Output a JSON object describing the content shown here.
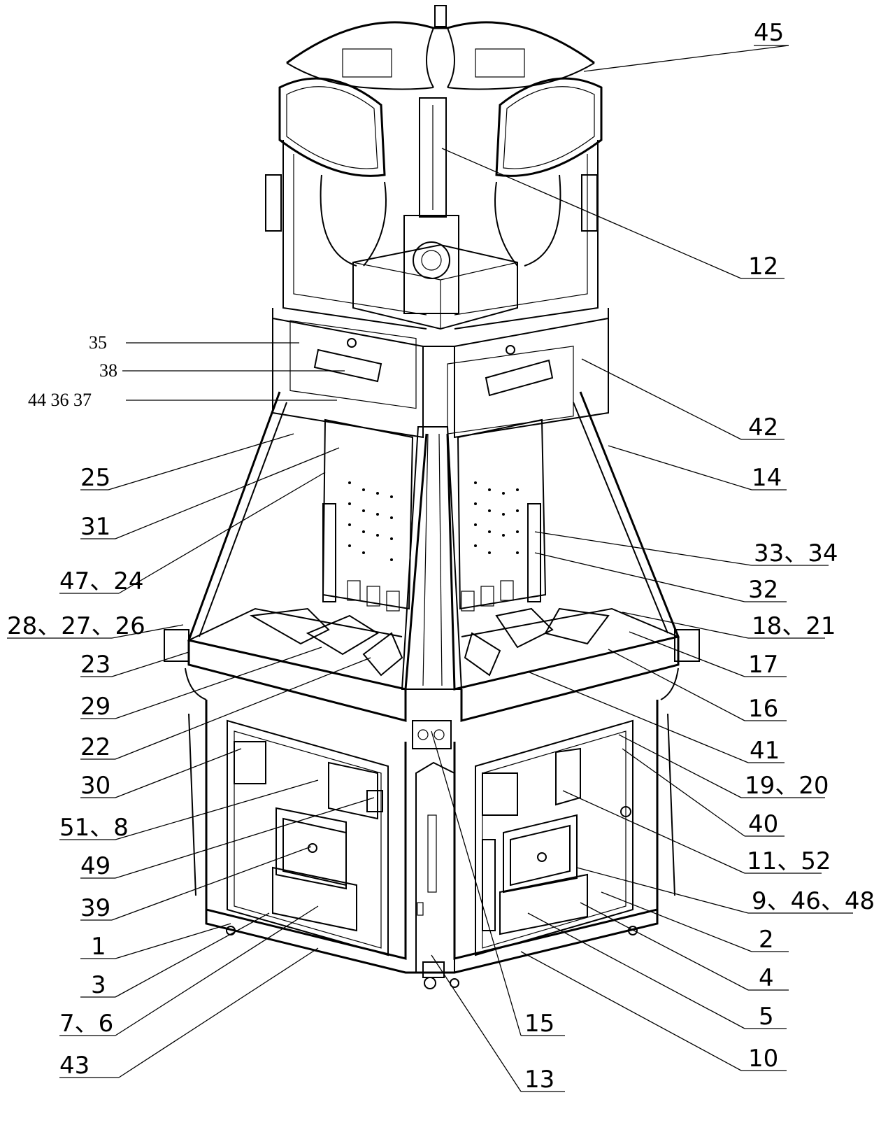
{
  "callouts_right": [
    {
      "id": "45"
    },
    {
      "id": "12"
    },
    {
      "id": "42"
    },
    {
      "id": "14"
    },
    {
      "id": "33、34"
    },
    {
      "id": "32"
    },
    {
      "id": "18、21"
    },
    {
      "id": "17"
    },
    {
      "id": "16"
    },
    {
      "id": "41"
    },
    {
      "id": "19、20"
    },
    {
      "id": "40"
    },
    {
      "id": "11、52"
    },
    {
      "id": "9、46、48"
    },
    {
      "id": "2"
    },
    {
      "id": "4"
    },
    {
      "id": "5"
    },
    {
      "id": "10"
    }
  ],
  "callouts_left_underlined": [
    {
      "id": "25"
    },
    {
      "id": "31"
    },
    {
      "id": "47、24"
    },
    {
      "id": "28、27、26"
    },
    {
      "id": "23"
    },
    {
      "id": "29"
    },
    {
      "id": "22"
    },
    {
      "id": "30"
    },
    {
      "id": "51、8"
    },
    {
      "id": "49"
    },
    {
      "id": "39"
    },
    {
      "id": "1"
    },
    {
      "id": "3"
    },
    {
      "id": "7、6"
    },
    {
      "id": "43"
    }
  ],
  "callouts_left_plain": [
    {
      "id": "35"
    },
    {
      "id": "38"
    },
    {
      "id": "44 36 37"
    }
  ],
  "callouts_bottom": [
    {
      "id": "15"
    },
    {
      "id": "13"
    }
  ]
}
